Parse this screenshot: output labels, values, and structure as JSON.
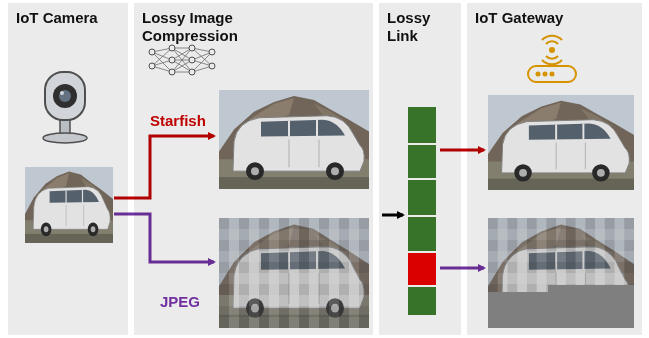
{
  "diagram": {
    "nodes": [
      {
        "text": [
          "IoT Camera"
        ]
      },
      {
        "text": [
          "Lossy Image Compression"
        ]
      },
      {
        "text": [
          "Lossy Link"
        ]
      },
      {
        "text": [
          "IoT Gateway"
        ]
      }
    ],
    "labels": [
      "Starfish",
      "JPEG"
    ]
  }
}
